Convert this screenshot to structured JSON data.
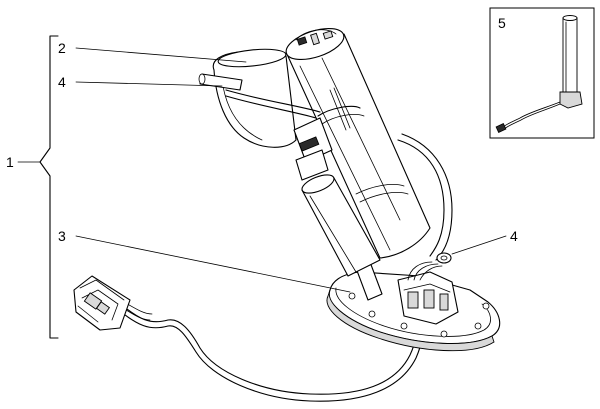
{
  "callouts": {
    "assembly": "1",
    "filter_cup": "2",
    "base_flange": "3",
    "clip_upper": "4",
    "clip_lower": "4",
    "level_sender": "5"
  }
}
